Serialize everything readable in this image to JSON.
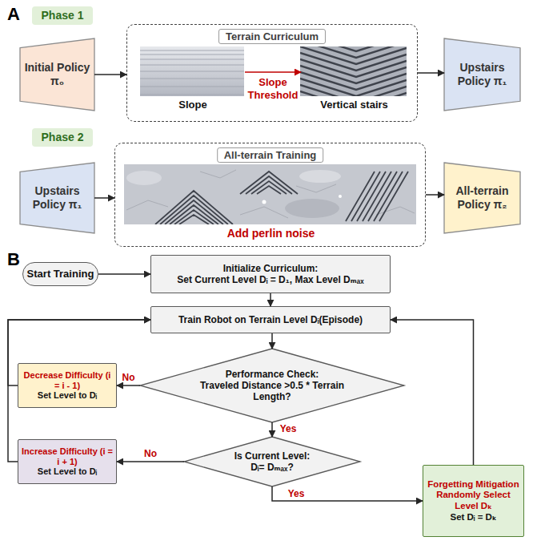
{
  "diagram": {
    "nodes": [
      {
        "text": [
          "Phase 1"
        ]
      },
      {
        "text": [
          "Initial Policy π₀"
        ]
      },
      {
        "text": [
          "Terrain Curriculum"
        ]
      },
      {
        "text": [
          "Slope"
        ],
        "in": 2
      },
      {
        "text": [
          "Vertical stairs"
        ],
        "in": 2
      },
      {
        "text": [
          "Upstairs Policy π₁"
        ]
      },
      {
        "text": [
          "Phase 2"
        ]
      },
      {
        "text": [
          "Upstairs Policy π₁"
        ]
      },
      {
        "text": [
          "All-terrain Training"
        ]
      },
      {
        "text": [
          "Add perlin noise"
        ],
        "in": 8
      },
      {
        "text": [
          "All-terrain Policy π₂"
        ]
      },
      {
        "text": [
          "Start Training"
        ]
      },
      {
        "text": [
          "Initialize Curriculum:",
          "Set Current Level Dᵢ = D₁, Max Level Dₘₐₓ"
        ]
      },
      {
        "text": [
          "Train Robot on Terrain Level Dᵢ(Episode)"
        ]
      },
      {
        "text": [
          "Performance Check:",
          "Traveled Distance >0.5 * Terrain Length?"
        ]
      },
      {
        "text": [
          "Decrease Difficulty (i = i - 1)",
          "Set Level to Dᵢ"
        ]
      },
      {
        "text": [
          "Is Current Level:",
          "Dᵢ= Dₘₐₓ?"
        ]
      },
      {
        "text": [
          "Increase Difficulty (i = i + 1)",
          "Set Level to Dᵢ"
        ]
      },
      {
        "text": [
          "Forgetting Mitigation Randomly Select Level Dₖ",
          "Set Dᵢ = Dₖ"
        ]
      }
    ],
    "edges": [
      {
        "from": 1,
        "to": 2,
        "arrow": "to"
      },
      {
        "from": 3,
        "to": 4,
        "label": "Slope Threshold",
        "arrow": "to"
      },
      {
        "from": 2,
        "to": 5,
        "arrow": "to"
      },
      {
        "from": 7,
        "to": 8,
        "arrow": "to"
      },
      {
        "from": 8,
        "to": 10,
        "arrow": "to"
      },
      {
        "from": 11,
        "to": 12,
        "arrow": "to"
      },
      {
        "from": 12,
        "to": 13,
        "arrow": "to"
      },
      {
        "from": 13,
        "to": 14,
        "arrow": "to"
      },
      {
        "from": 14,
        "to": 15,
        "label": "No",
        "arrow": "to"
      },
      {
        "from": 14,
        "to": 16,
        "label": "Yes",
        "arrow": "to"
      },
      {
        "from": 16,
        "to": 17,
        "label": "No",
        "arrow": "to"
      },
      {
        "from": 16,
        "to": 18,
        "label": "Yes",
        "arrow": "to"
      },
      {
        "from": 15,
        "to": 13,
        "arrow": "to"
      },
      {
        "from": 17,
        "to": 13,
        "arrow": "to"
      },
      {
        "from": 18,
        "to": 13,
        "arrow": "to"
      }
    ],
    "labels": [
      "A",
      "B"
    ]
  }
}
